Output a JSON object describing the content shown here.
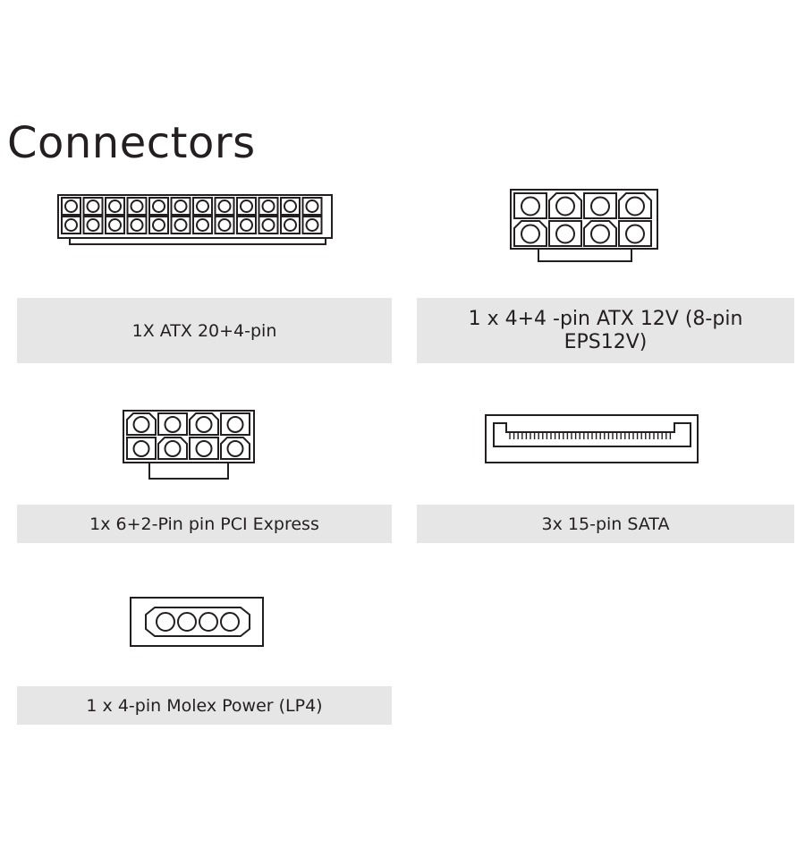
{
  "title": "Connectors",
  "connectors": [
    {
      "id": "atx",
      "label": "1X ATX 20+4-pin",
      "icon": "atx-24pin-connector-icon"
    },
    {
      "id": "eps",
      "label": "1 x 4+4 -pin ATX 12V (8-pin EPS12V)",
      "icon": "eps-8pin-connector-icon"
    },
    {
      "id": "pcie",
      "label": "1x 6+2-Pin  pin PCI Express",
      "icon": "pcie-8pin-connector-icon"
    },
    {
      "id": "sata",
      "label": "3x 15-pin SATA",
      "icon": "sata-connector-icon"
    },
    {
      "id": "molex",
      "label": "1 x 4-pin Molex Power (LP4)",
      "icon": "molex-4pin-connector-icon"
    }
  ],
  "colors": {
    "line": "#231f20",
    "label_background": "#e6e6e7",
    "background": "#ffffff"
  }
}
